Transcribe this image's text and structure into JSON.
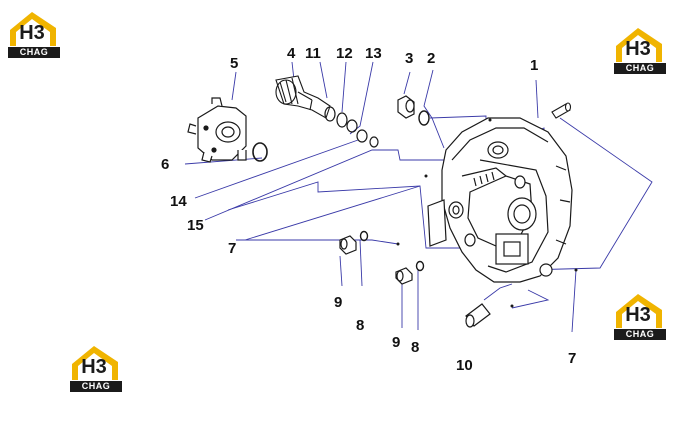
{
  "logo": {
    "main_text": "H3",
    "sub_text": "CHAG",
    "accent_color": "#f0b400",
    "dark_color": "#1b1b1b"
  },
  "callouts": [
    {
      "text": "1"
    },
    {
      "text": "2"
    },
    {
      "text": "3"
    },
    {
      "text": "4"
    },
    {
      "text": "11"
    },
    {
      "text": "12"
    },
    {
      "text": "13"
    },
    {
      "text": "5"
    },
    {
      "text": "6"
    },
    {
      "text": "14"
    },
    {
      "text": "15"
    },
    {
      "text": "7"
    },
    {
      "text": "9"
    },
    {
      "text": "8"
    },
    {
      "text": "9"
    },
    {
      "text": "8"
    },
    {
      "text": "10"
    },
    {
      "text": "7"
    }
  ],
  "leader_color": "#3a3aa8"
}
